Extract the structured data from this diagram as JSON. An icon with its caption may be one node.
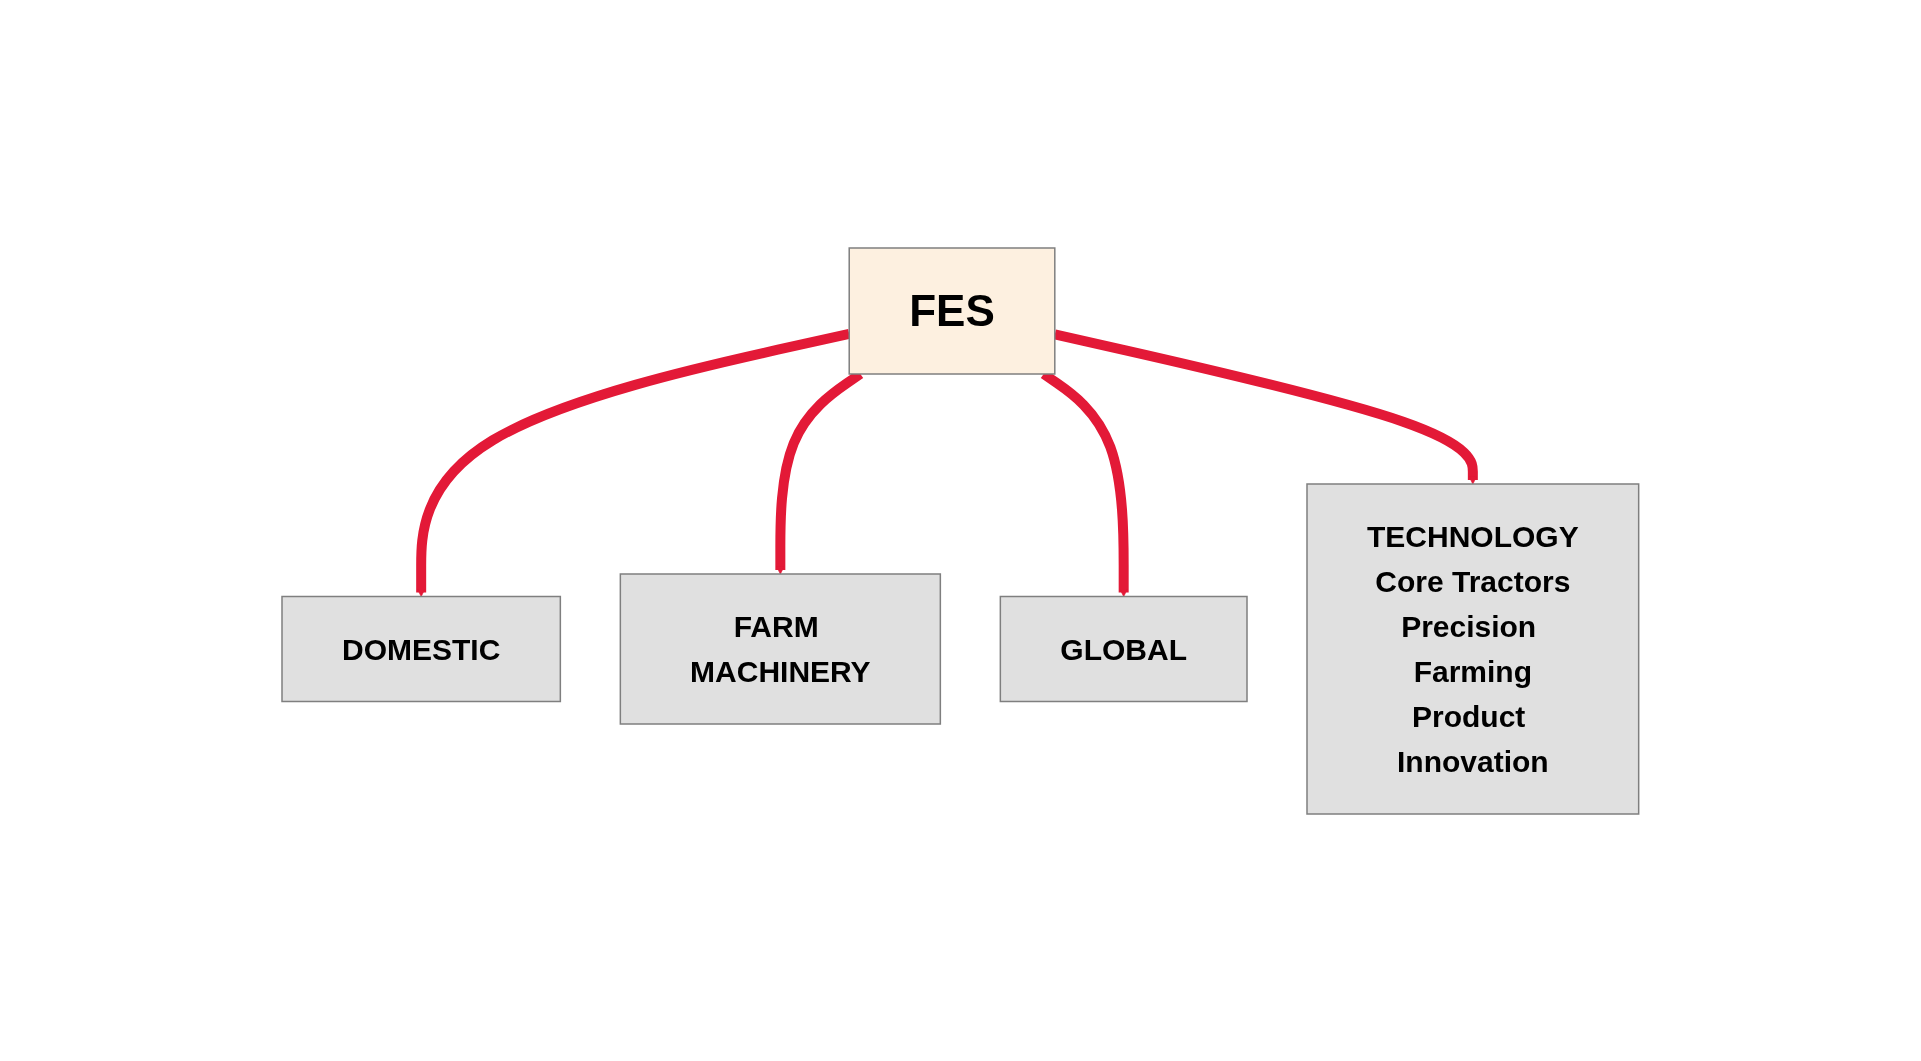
{
  "diagram": {
    "nodes": [
      {
        "text": [
          "DOMESTIC"
        ]
      },
      {
        "text": [
          "FARM MACHINERY"
        ]
      },
      {
        "text": [
          "FES"
        ]
      },
      {
        "text": [
          "GLOBAL"
        ]
      },
      {
        "text": [
          "TECHNOLOGY",
          "Core Tractors",
          "Precision Farming",
          "Product Innovation"
        ]
      }
    ],
    "edges": [
      {
        "from": 2,
        "to": 0,
        "arrow": "to"
      },
      {
        "from": 2,
        "to": 1,
        "arrow": "to"
      },
      {
        "from": 2,
        "to": 3,
        "arrow": "to"
      },
      {
        "from": 2,
        "to": 4,
        "arrow": "to"
      }
    ]
  }
}
